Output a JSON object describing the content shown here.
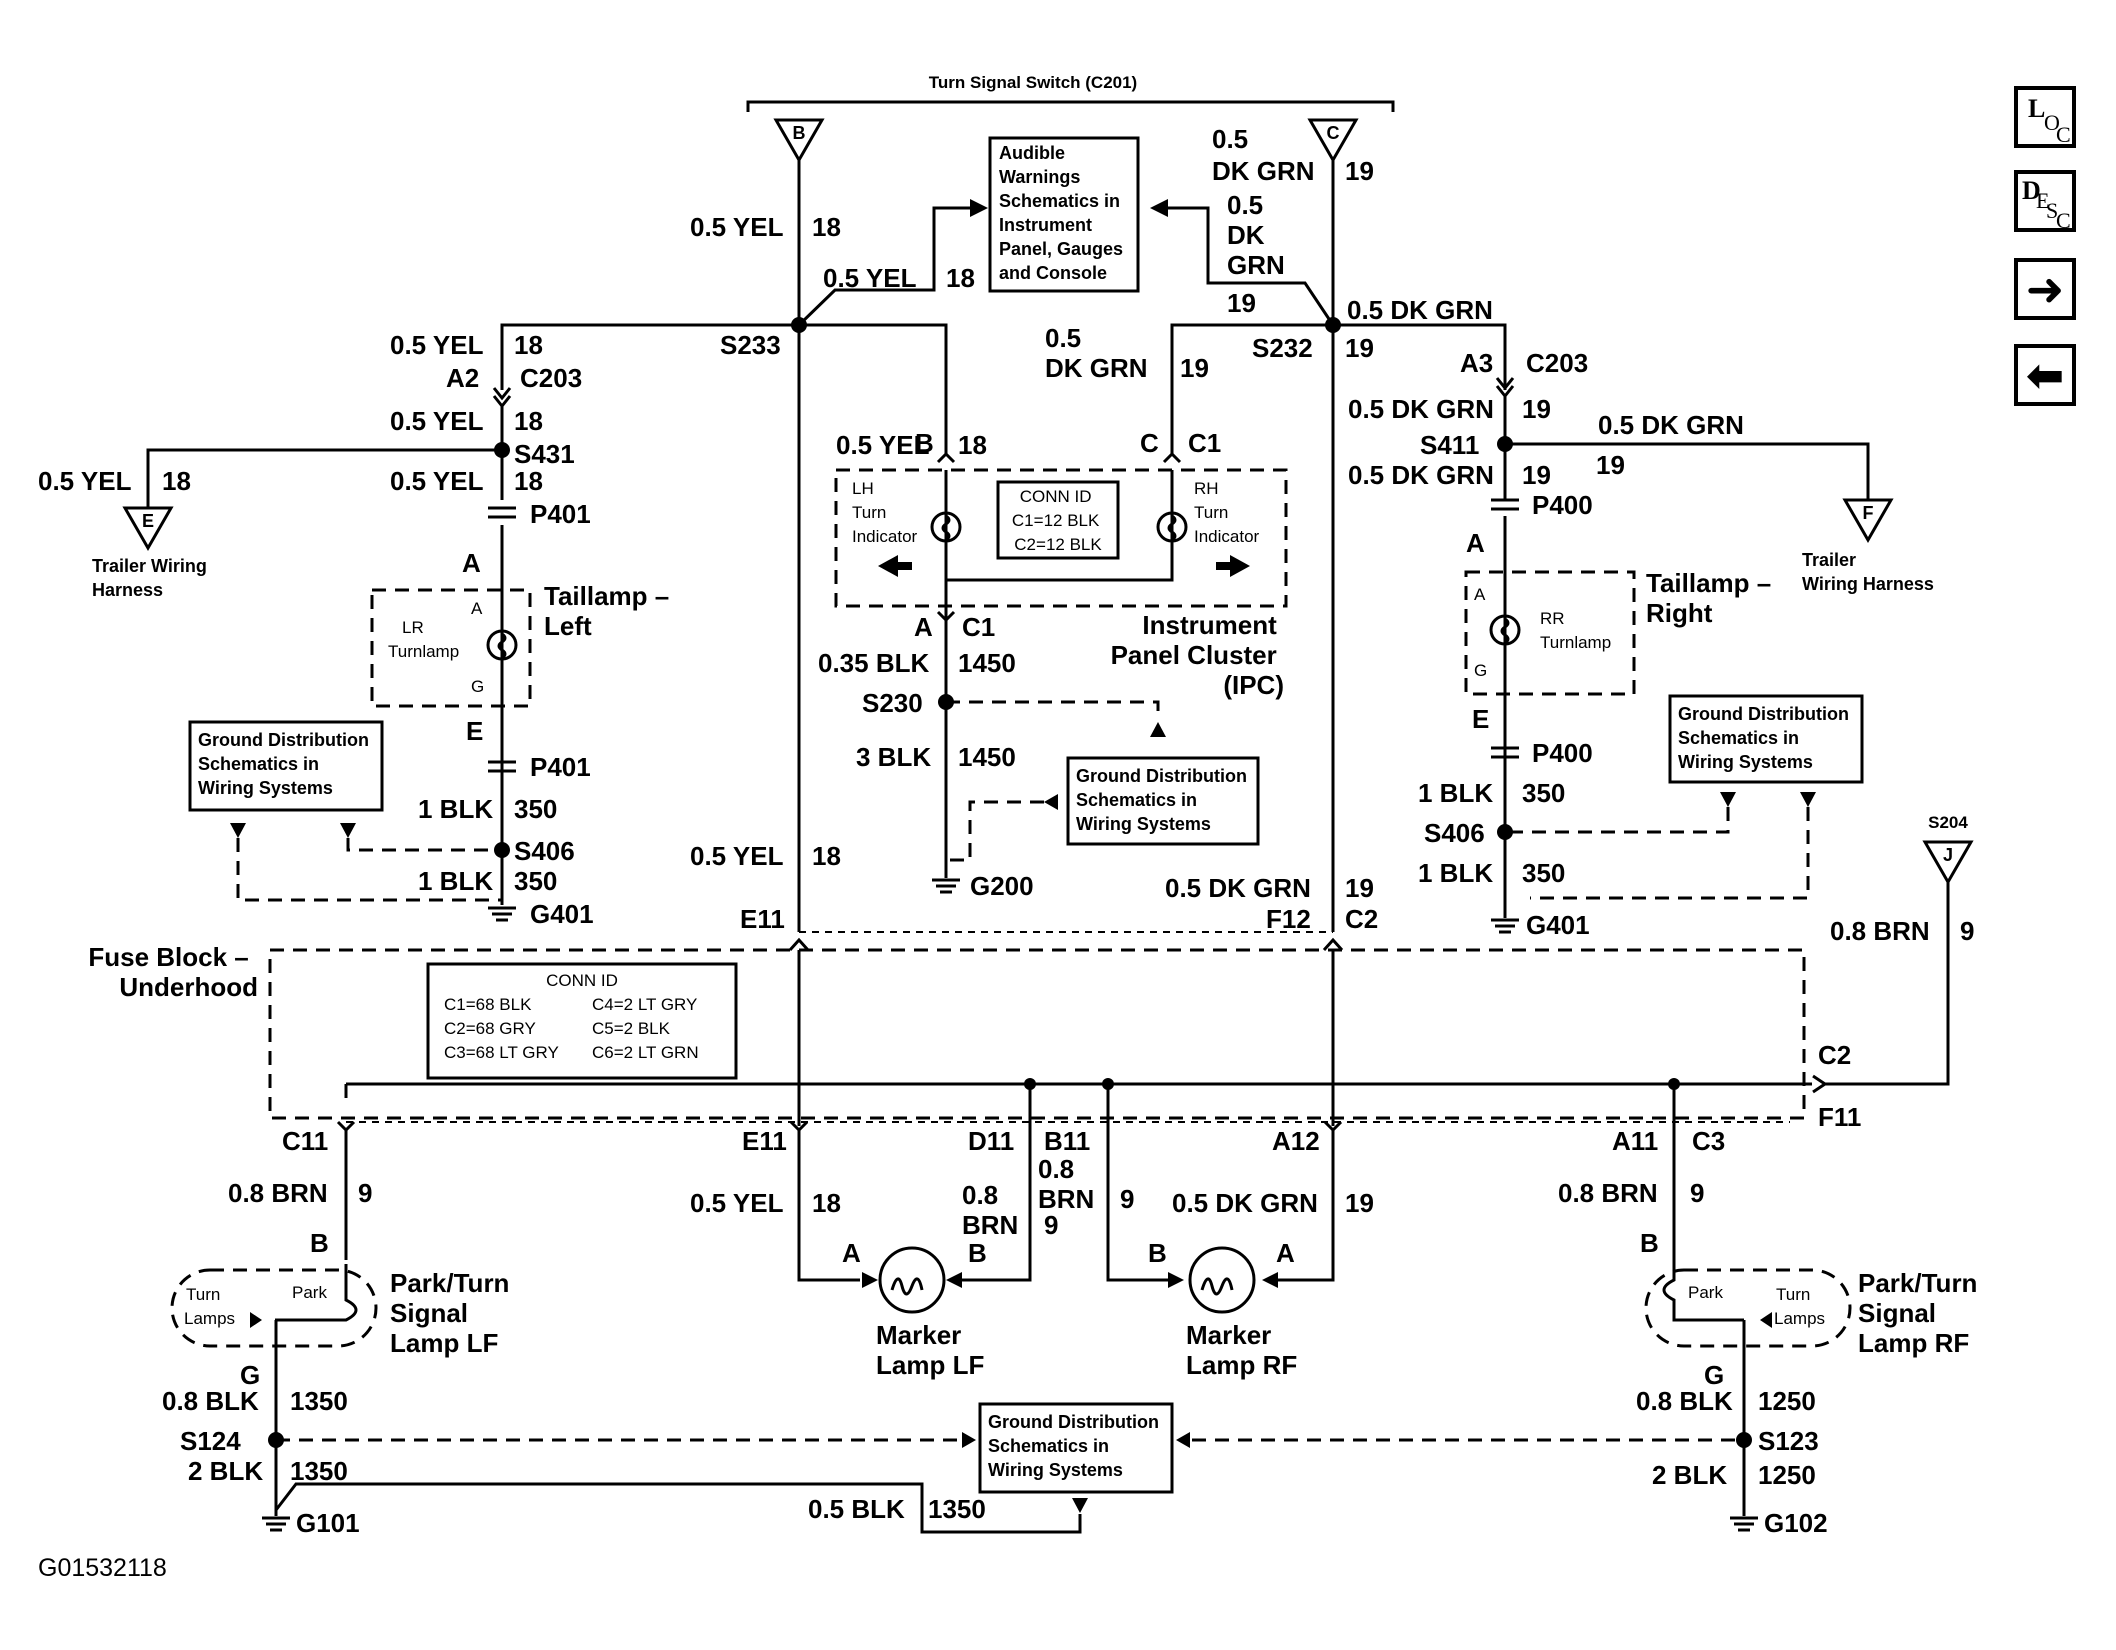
{
  "title": "Turn Signal Switch (C201)",
  "figure_id": "G01532118",
  "nav": {
    "loc": [
      "L",
      "O",
      "C"
    ],
    "desc": [
      "D",
      "E",
      "S",
      "C"
    ],
    "next": "➜",
    "prev": "⬅"
  },
  "components": {
    "audible": [
      "Audible",
      "Warnings",
      "Schematics in",
      "Instrument",
      "Panel, Gauges",
      "and Console"
    ],
    "ipc": [
      "Instrument",
      "Panel Cluster",
      "(IPC)"
    ],
    "ipc_conn": [
      "CONN ID",
      "C1=12 BLK",
      "C2=12 BLK"
    ],
    "lh_turn": [
      "LH",
      "Turn",
      "Indicator"
    ],
    "rh_turn": [
      "RH",
      "Turn",
      "Indicator"
    ],
    "taillamp_left": [
      "Taillamp –",
      "Left"
    ],
    "taillamp_right": [
      "Taillamp –",
      "Right"
    ],
    "lr_turnlamp": [
      "LR",
      "Turnlamp"
    ],
    "rr_turnlamp": [
      "RR",
      "Turnlamp"
    ],
    "trailer_left": [
      "Trailer Wiring",
      "Harness"
    ],
    "trailer_right": [
      "Trailer",
      "Wiring Harness"
    ],
    "ground_dist": [
      "Ground Distribution",
      "Schematics in",
      "Wiring Systems"
    ],
    "fuse_block": [
      "Fuse Block –",
      "Underhood"
    ],
    "fuse_conn": {
      "title": "CONN ID",
      "left": [
        "C1=68 BLK",
        "C2=68 GRY",
        "C3=68 LT GRY"
      ],
      "right": [
        "C4=2 LT GRY",
        "C5=2 BLK",
        "C6=2 LT GRN"
      ]
    },
    "park_turn_lf": [
      "Park/Turn",
      "Signal",
      "Lamp LF"
    ],
    "park_turn_rf": [
      "Park/Turn",
      "Signal",
      "Lamp RF"
    ],
    "marker_lf": [
      "Marker",
      "Lamp LF"
    ],
    "marker_rf": [
      "Marker",
      "Lamp RF"
    ],
    "turn_lamps": [
      "Turn",
      "Lamps"
    ],
    "park": "Park"
  },
  "connectors": {
    "B": "B",
    "C": "C",
    "E": "E",
    "F": "F",
    "J": "J",
    "S204": "S204",
    "A": "A",
    "G": "G",
    "A2": "A2",
    "A3": "A3",
    "C1": "C1",
    "C2": "C2",
    "C3": "C3",
    "C11": "C11",
    "C203": "C203",
    "E11": "E11",
    "D11": "D11",
    "B11": "B11",
    "A11": "A11",
    "A12": "A12",
    "F11": "F11",
    "F12": "F12",
    "P400": "P400",
    "P401": "P401"
  },
  "splices": {
    "S233": "S233",
    "S232": "S232",
    "S431": "S431",
    "S411": "S411",
    "S406": "S406",
    "S230": "S230",
    "S124": "S124",
    "S123": "S123"
  },
  "grounds": {
    "G200": "G200",
    "G401": "G401",
    "G101": "G101",
    "G102": "G102"
  },
  "wires": {
    "yel": "0.5 YEL",
    "grn": "0.5 DK GRN",
    "grn_a": "0.5",
    "grn_b": "DK",
    "grn_c": "GRN",
    "grn_d": "DK GRN",
    "blk035": "0.35 BLK",
    "blk3": "3 BLK",
    "blk1": "1 BLK",
    "blk1s": "1 BLK",
    "brn": "0.8 BRN",
    "brn_a": "0.8",
    "brn_b": "BRN",
    "blk08": "0.8 BLK",
    "blk2": "2 BLK",
    "blk05": "0.5 BLK",
    "c18": "18",
    "c19": "19",
    "c9": "9",
    "c1450": "1450",
    "c350": "350",
    "c1350": "1350",
    "c1250": "1250"
  }
}
